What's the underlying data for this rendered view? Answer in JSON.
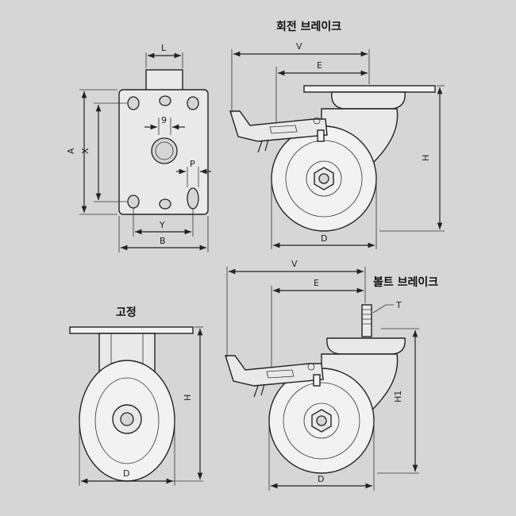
{
  "titles": {
    "swivel_brake": "회전 브레이크",
    "fixed": "고정",
    "bolt_brake": "볼트 브레이크"
  },
  "dims": {
    "L": "L",
    "nine": "9",
    "A": "A",
    "X": "X",
    "P": "P",
    "Y": "Y",
    "B": "B",
    "V": "V",
    "E": "E",
    "H": "H",
    "D": "D",
    "T": "T",
    "H1": "H1"
  }
}
